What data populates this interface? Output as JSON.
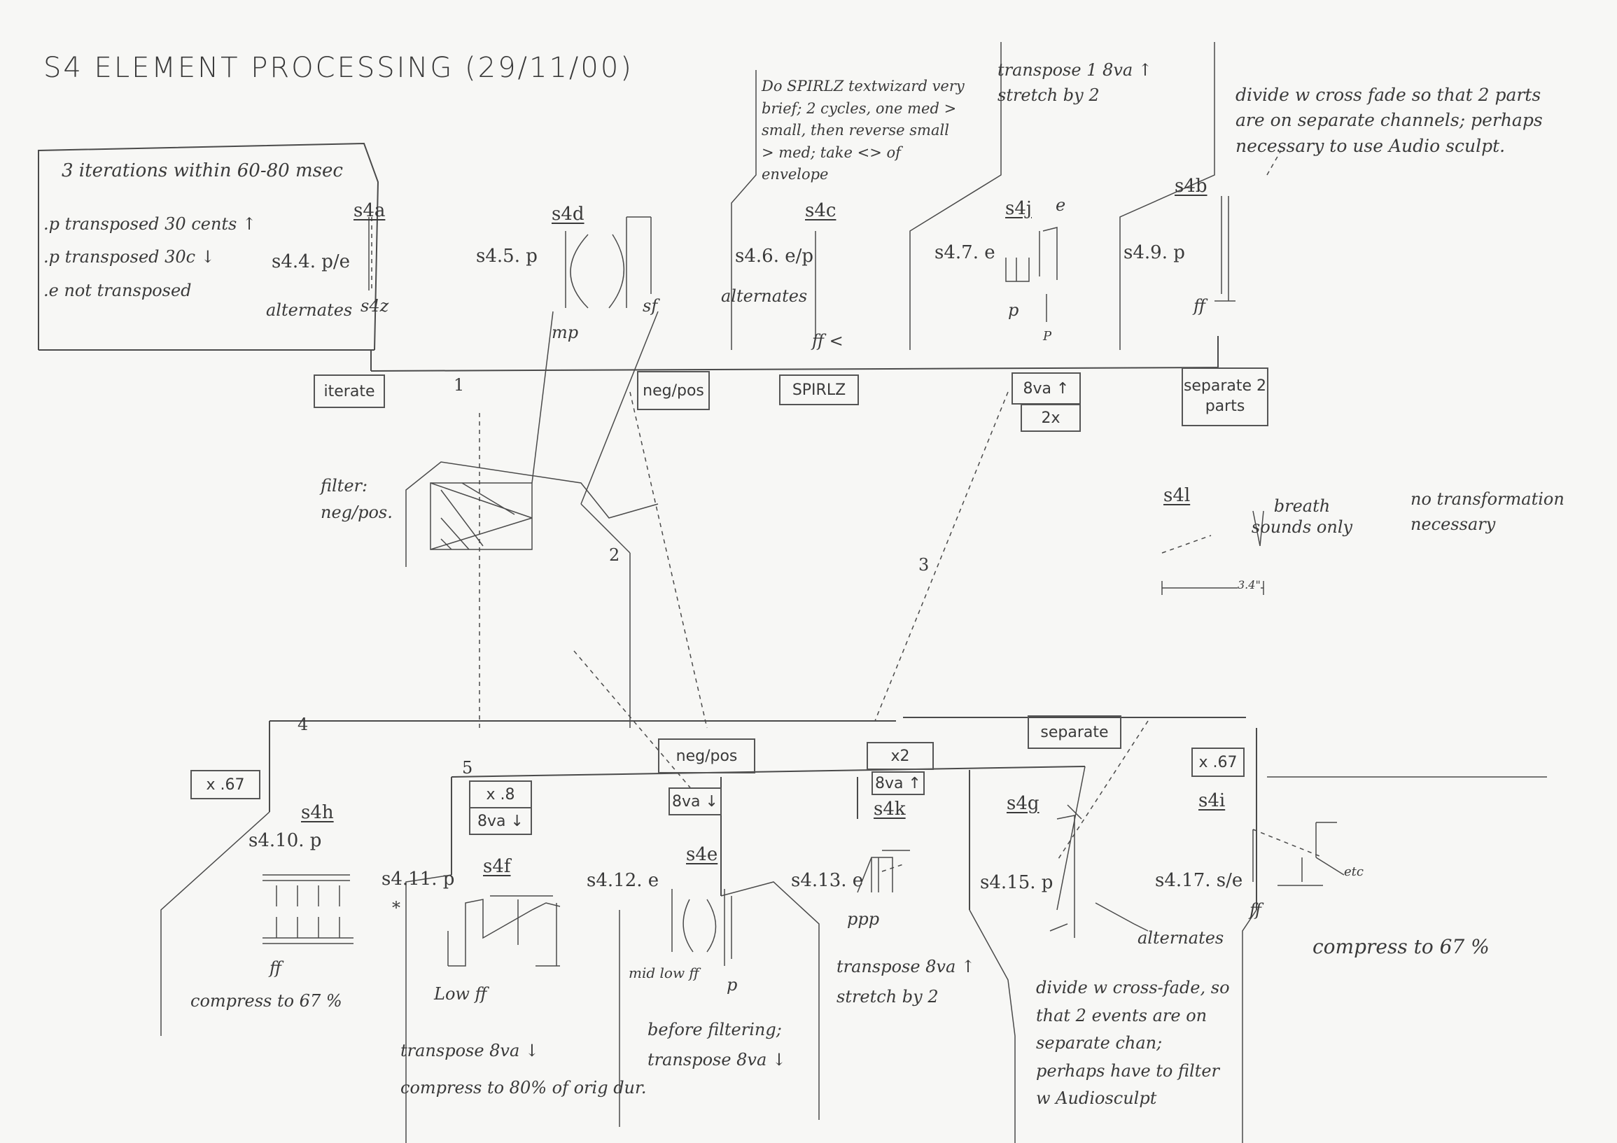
{
  "title": "S4 ELEMENT PROCESSING (29/11/00)",
  "top_box_note": {
    "heading": "3 iterations within 60-80 msec",
    "items": [
      ".p transposed 30 cents ↑",
      ".p transposed 30c ↓",
      ".e not transposed"
    ]
  },
  "elements_top": [
    {
      "id": "s4a",
      "code": "s4.4. p/e",
      "below": "s4z",
      "side": "alternates"
    },
    {
      "id": "s4d",
      "code": "s4.5. p",
      "below_left": "mp",
      "below_right": "sf"
    },
    {
      "id": "s4c",
      "code": "s4.6. e/p",
      "side": "alternates",
      "below": "ff <"
    },
    {
      "id": "s4j",
      "code": "s4.7. e",
      "marker": "e",
      "below_left": "p",
      "below_right": "P"
    },
    {
      "id": "s4b",
      "code": "s4.9. p",
      "below": "ff"
    }
  ],
  "notes_top": {
    "spirlz": "Do SPIRLZ textwizard very brief; 2 cycles, one med > small, then reverse small > med; take <> of envelope",
    "transpose": "transpose 1 8va ↑\nstretch by 2",
    "divide": "divide w cross fade so that 2 parts are on separate channels; perhaps necessary to use Audio sculpt."
  },
  "process_boxes_top": [
    "iterate",
    "neg/pos",
    "SPIRLZ",
    "8va ↑",
    "2x",
    "separate 2 parts"
  ],
  "path_numbers": [
    "1",
    "2",
    "3",
    "4",
    "5"
  ],
  "filter_label": "filter: neg/pos.",
  "s4l": {
    "id": "s4l",
    "note": "breath sounds only",
    "other": "no transformation necessary",
    "duration": "3.4\""
  },
  "process_boxes_bottom": [
    "x .67",
    "x .8",
    "8va ↓",
    "neg/pos",
    "8va ↓",
    "x2",
    "8va ↑",
    "separate",
    "x .67"
  ],
  "elements_bottom": [
    {
      "id": "s4h",
      "code": "s4.10. p",
      "dyn": "ff",
      "note": "compress to 67 %"
    },
    {
      "id": "s4f",
      "code": "s4.11. p",
      "mark": "*",
      "dyn": "Low ff",
      "note": "transpose 8va ↓\ncompress to 80% of orig dur."
    },
    {
      "id": "s4e",
      "code": "s4.12. e",
      "dyn_left": "mid low ff",
      "dyn_right": "p",
      "note": "before filtering; transpose 8va ↓"
    },
    {
      "id": "s4k",
      "code": "s4.13. e",
      "dyn": "ppp",
      "note": "transpose 8va ↑\nstretch by 2"
    },
    {
      "id": "s4g",
      "code": "s4.15. p",
      "note": "divide w cross-fade, so that 2 events are on separate chan; perhaps have to filter w Audiosculpt"
    },
    {
      "id": "s4i",
      "code": "s4.17. s/e",
      "side": "alternates",
      "dyn": "ff",
      "tail": "etc",
      "note": "compress to 67 %"
    }
  ]
}
